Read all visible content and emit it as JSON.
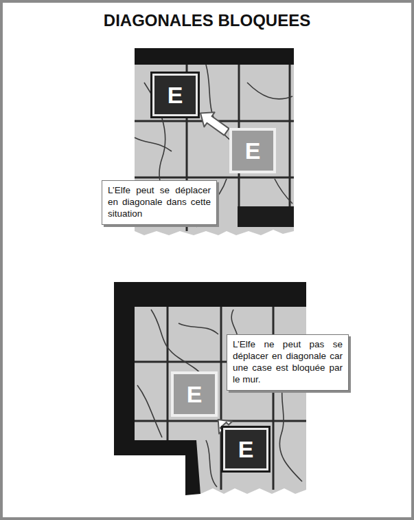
{
  "diagram": {
    "title": "DIAGONALES BLOQUEES",
    "nodes": [
      {
        "text": [
          "E"
        ]
      },
      {
        "text": [
          "E"
        ]
      },
      {
        "text": [
          "L’Elfe peut se déplacer en diagonale dans cette situation"
        ]
      },
      {
        "text": [
          "L’Elfe ne peut pas se déplacer en diagonale car une case est bloquée par le mur."
        ]
      },
      {
        "text": [
          "E"
        ]
      },
      {
        "text": [
          "E"
        ]
      }
    ],
    "edges": [
      {
        "from": 1,
        "to": 0,
        "arrow": "to"
      },
      {
        "from": 5,
        "to": 4,
        "arrow": "to"
      }
    ]
  }
}
